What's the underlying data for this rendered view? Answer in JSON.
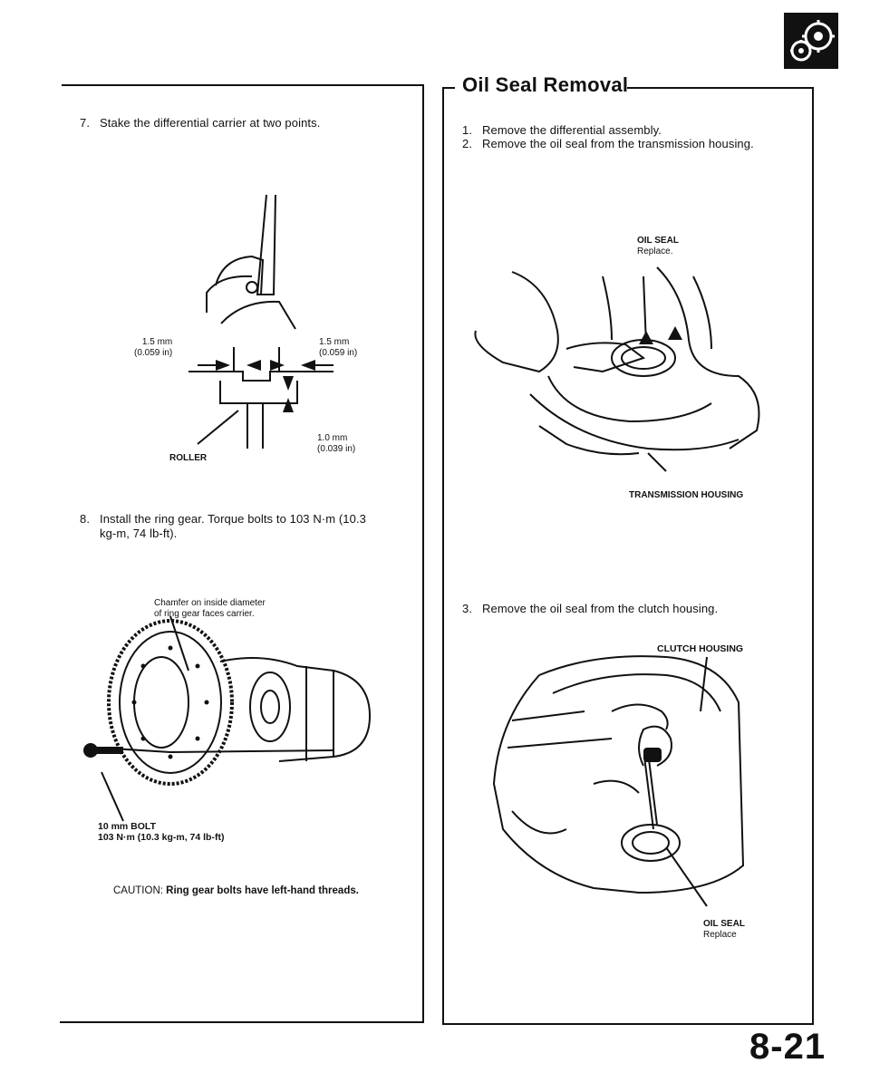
{
  "right_header": {
    "title": "Oil Seal Removal"
  },
  "left": {
    "step7": {
      "num": "7.",
      "text": "Stake the differential carrier at two points."
    },
    "fig1": {
      "left_dim_1": "1.5 mm",
      "left_dim_2": "(0.059 in)",
      "right_dim_1": "1.5 mm",
      "right_dim_2": "(0.059 in)",
      "depth_1": "1.0 mm",
      "depth_2": "(0.039 in)",
      "roller": "ROLLER"
    },
    "step8": {
      "num": "8.",
      "line1": "Install the ring gear. Torque bolts to 103 N·m (10.3",
      "line2": "kg-m, 74 lb-ft)."
    },
    "fig2": {
      "chamfer_1": "Chamfer on inside diameter",
      "chamfer_2": "of ring gear faces carrier.",
      "bolt_1": "10 mm BOLT",
      "bolt_2": "103 N·m (10.3 kg-m, 74 lb-ft)"
    },
    "caution_label": "CAUTION:",
    "caution_text": "Ring gear bolts have left-hand threads."
  },
  "right": {
    "step1": {
      "num": "1.",
      "text": "Remove the differential assembly."
    },
    "step2": {
      "num": "2.",
      "text": "Remove the oil seal from the transmission housing."
    },
    "fig3": {
      "seal_1": "OIL SEAL",
      "seal_2": "Replace.",
      "housing": "TRANSMISSION HOUSING"
    },
    "step3": {
      "num": "3.",
      "text": "Remove the oil seal from the clutch housing."
    },
    "fig4": {
      "housing": "CLUTCH HOUSING",
      "seal_1": "OIL SEAL",
      "seal_2": "Replace"
    }
  },
  "page_number": "8-21"
}
